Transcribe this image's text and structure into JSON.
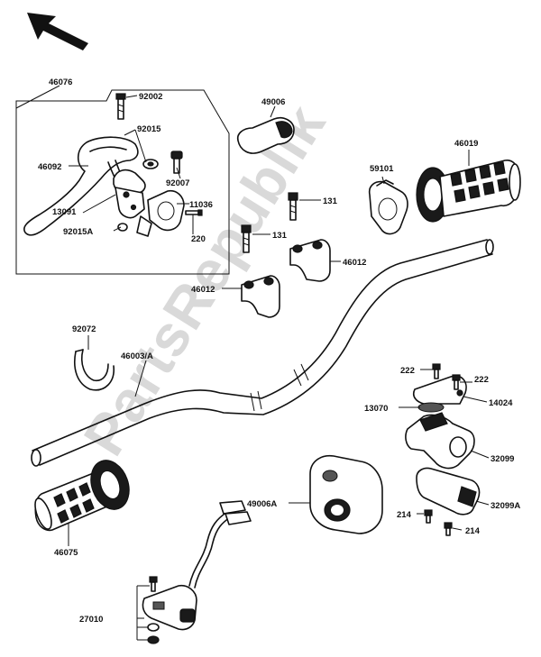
{
  "watermark": "PartsRepublik",
  "parts": {
    "p46076": "46076",
    "p92002": "92002",
    "p92015": "92015",
    "p46092": "46092",
    "p92007": "92007",
    "p11036": "11036",
    "p13091": "13091",
    "p92015A": "92015A",
    "p220": "220",
    "p49006": "49006",
    "p46019": "46019",
    "p59101": "59101",
    "p131a": "131",
    "p131b": "131",
    "p46012a": "46012",
    "p46012b": "46012",
    "p92072": "92072",
    "p46003A": "46003/A",
    "p222a": "222",
    "p222b": "222",
    "p13070": "13070",
    "p14024": "14024",
    "p32099": "32099",
    "p49006A": "49006A",
    "p32099A": "32099A",
    "p214a": "214",
    "p214b": "214",
    "p46075": "46075",
    "p27010": "27010"
  }
}
